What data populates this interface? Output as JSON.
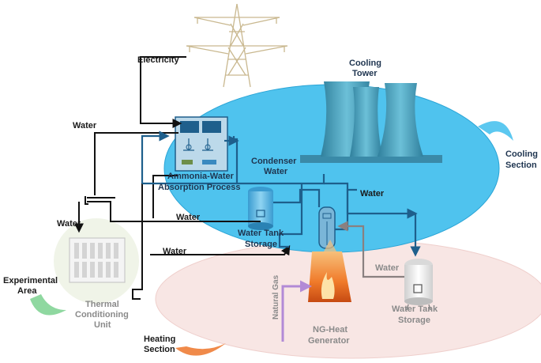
{
  "labels": {
    "electricity": "Electricity",
    "water_left_top": "Water",
    "water_left_mid": "Water",
    "water_center": "Water",
    "water_bottom": "Water",
    "water_right": "Water",
    "water_gray": "Water",
    "cooling_tower_1": "Cooling",
    "cooling_tower_2": "Tower",
    "cooling_section_1": "Cooling",
    "cooling_section_2": "Section",
    "condenser_1": "Condenser",
    "condenser_2": "Water",
    "absorption_1": "Ammonia-Water",
    "absorption_2": "Absorption Process",
    "tank_blue_1": "Water Tank",
    "tank_blue_2": "Storage",
    "experimental_1": "Experimental",
    "experimental_2": "Area",
    "thermal_1": "Thermal",
    "thermal_2": "Conditioning",
    "thermal_3": "Unit",
    "natural_gas": "Natural Gas",
    "ng_heat_1": "NG-Heat",
    "ng_heat_2": "Generator",
    "tank_white_1": "Water Tank",
    "tank_white_2": "Storage",
    "heating_1": "Heating",
    "heating_2": "Section"
  },
  "colors": {
    "cooling_zone": "#4fc3ee",
    "heating_zone": "#f8e6e4",
    "pipe_blue": "#1e5f8c",
    "pipe_black": "#111111",
    "pipe_gray": "#8a8080",
    "pipe_purple": "#b28ad6",
    "arrow_cooling": "#5cc8f0",
    "arrow_experimental": "#8fd8a0",
    "arrow_heating": "#f08a4a",
    "flame": "#f07a2a"
  },
  "icons": {
    "pylon": "power-pylon-icon",
    "cooling_tower": "cooling-tower-icon",
    "absorption_unit": "absorption-unit-icon",
    "tank": "water-tank-icon",
    "heat_generator": "furnace-icon",
    "thermal_unit": "radiator-icon"
  }
}
